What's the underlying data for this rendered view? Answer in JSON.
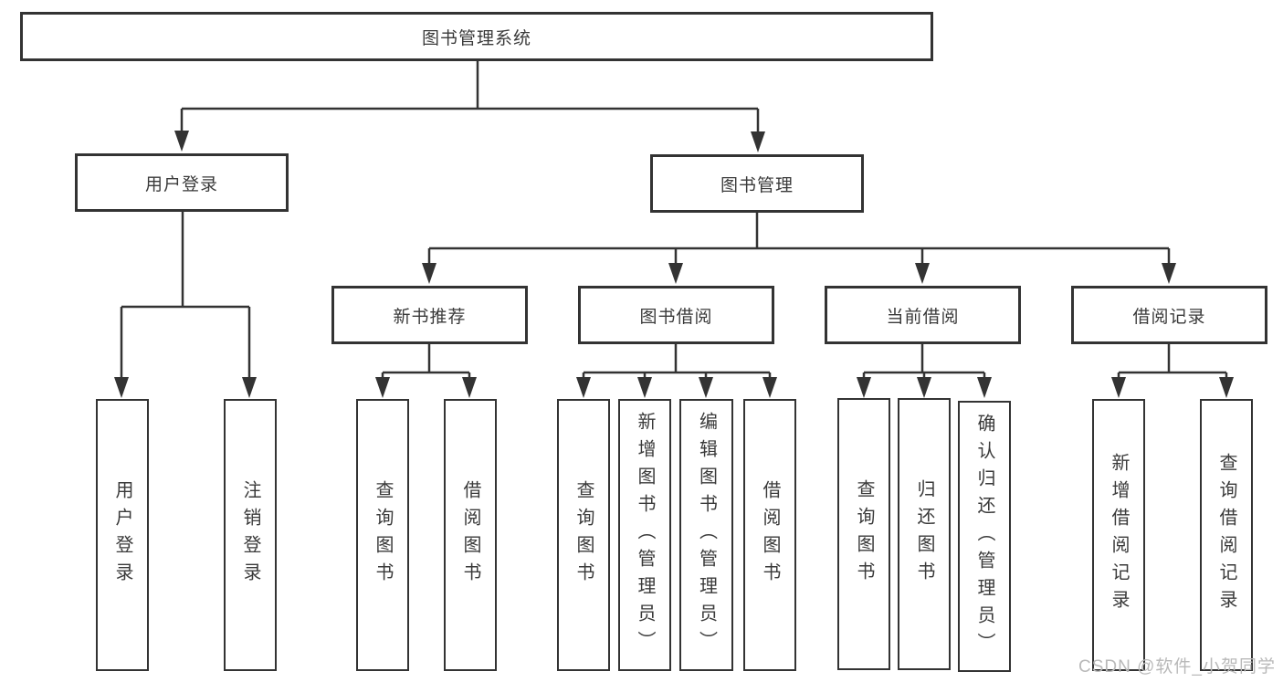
{
  "title": "图书管理系统",
  "branches": [
    {
      "label": "用户登录"
    },
    {
      "label": "图书管理"
    }
  ],
  "categories": [
    {
      "label": "新书推荐"
    },
    {
      "label": "图书借阅"
    },
    {
      "label": "当前借阅"
    },
    {
      "label": "借阅记录"
    }
  ],
  "leaves": [
    {
      "label": "用户登录"
    },
    {
      "label": "注销登录"
    },
    {
      "label": "查询图书"
    },
    {
      "label": "借阅图书"
    },
    {
      "label": "查询图书"
    },
    {
      "label": "新增图书（管理员）"
    },
    {
      "label": "编辑图书（管理员）"
    },
    {
      "label": "借阅图书"
    },
    {
      "label": "查询图书"
    },
    {
      "label": "归还图书"
    },
    {
      "label": "确认归还（管理员）"
    },
    {
      "label": "新增借阅记录"
    },
    {
      "label": "查询借阅记录"
    }
  ],
  "watermark": "CSDN @软件_小贺同学",
  "colors": {
    "line": "#333333",
    "text": "#3a3a3a",
    "watermark": "#b9b9b9",
    "background": "#ffffff"
  }
}
